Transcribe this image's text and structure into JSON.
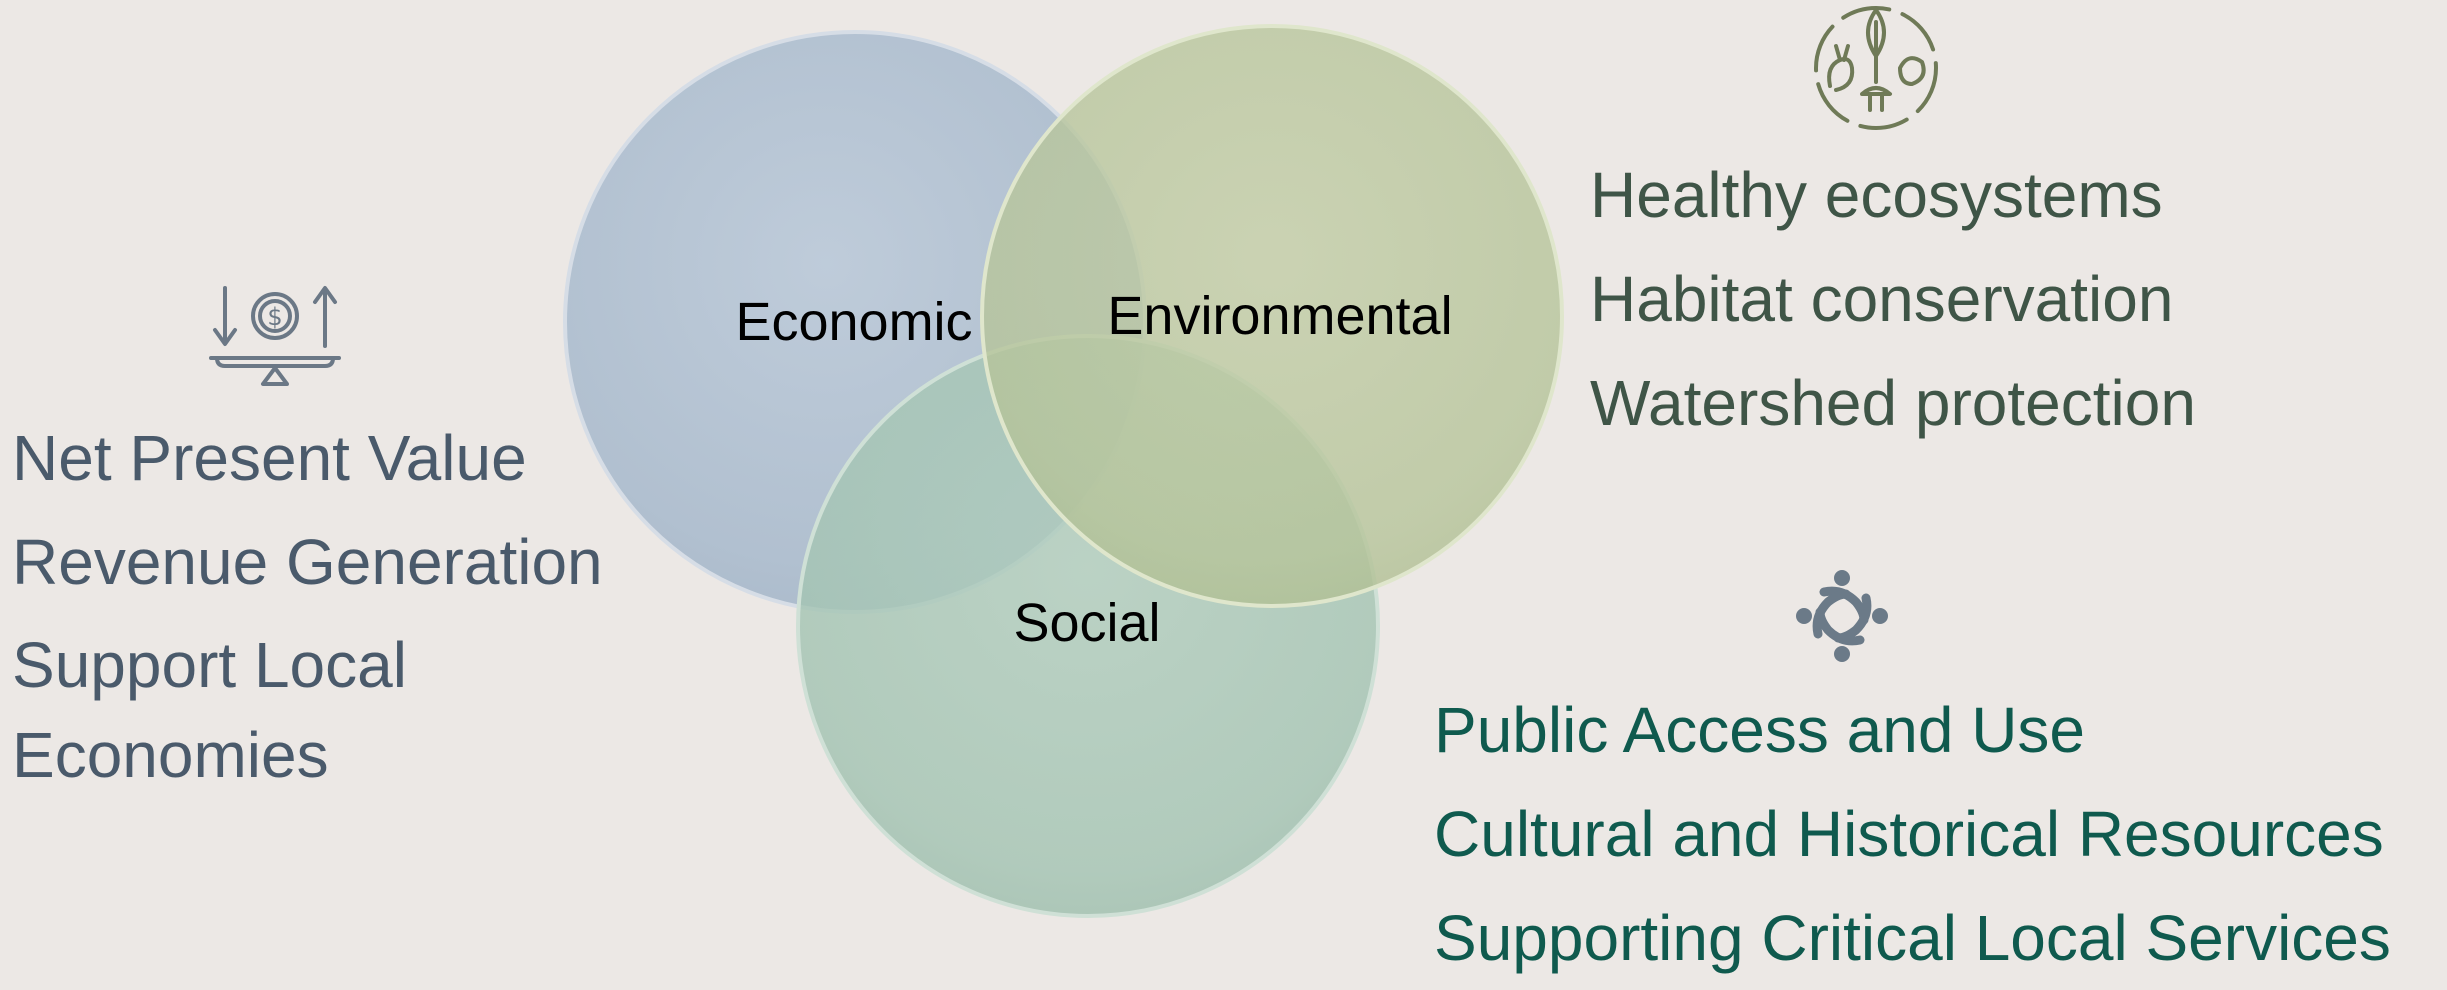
{
  "diagram": {
    "circles": [
      {
        "id": "economic",
        "label": "Economic",
        "fill": "#a9bccf"
      },
      {
        "id": "environmental",
        "label": "Environmental",
        "fill": "#b7c59c"
      },
      {
        "id": "social",
        "label": "Social",
        "fill": "#a3c4b2"
      }
    ]
  },
  "economic_panel": {
    "icon": "balance-scale-dollar-icon",
    "color": "#4a5a6b",
    "items": [
      "Net Present Value",
      "Revenue Generation",
      "Support Local Economies"
    ]
  },
  "environmental_panel": {
    "icon": "ecosystem-icon",
    "color": "#3f5547",
    "items": [
      "Healthy ecosystems",
      "Habitat conservation",
      "Watershed protection"
    ]
  },
  "social_panel": {
    "icon": "community-people-icon",
    "color": "#0f5a4e",
    "items": [
      "Public Access and Use",
      "Cultural and Historical Resources",
      "Supporting Critical Local Services"
    ]
  }
}
